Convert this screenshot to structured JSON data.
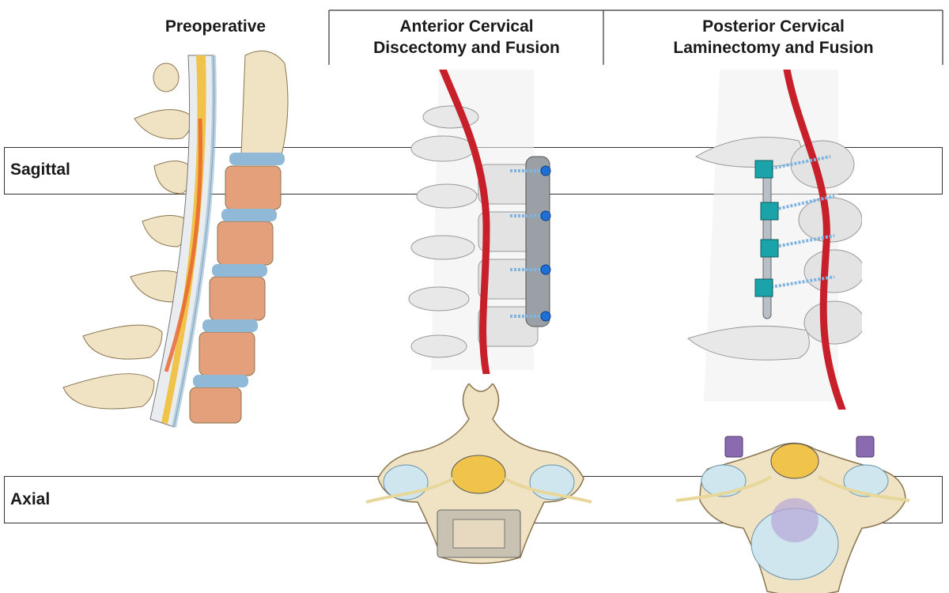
{
  "columns": {
    "preoperative": "Preoperative",
    "acdf": "Anterior Cervical\nDiscectomy and Fusion",
    "pclf": "Posterior Cervical\nLaminectomy and Fusion"
  },
  "rows": {
    "sagittal": "Sagittal",
    "axial": "Axial"
  },
  "colors": {
    "bone": "#efe3c4",
    "marrow": "#e4a07a",
    "disc": "#8fb9d6",
    "cord": "#f0c34a",
    "artery": "#c8202a",
    "plate": "#9aa0a6",
    "screw_head": "#1e6fd6",
    "rod_cap": "#1aa3a8",
    "clamp": "#8a6bb0"
  }
}
